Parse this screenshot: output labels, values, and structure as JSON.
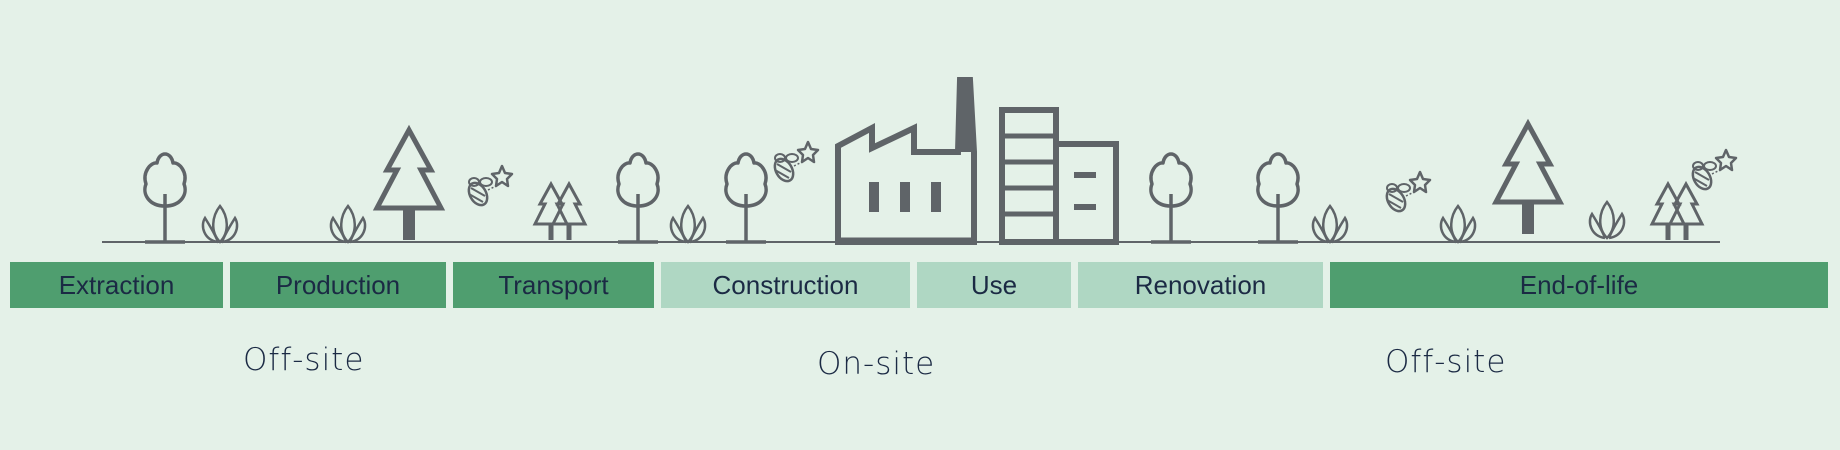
{
  "colors": {
    "background": "#e4f1e8",
    "offsite_stage": "#4f9e6f",
    "onsite_stage": "#afd7c3",
    "icon_stroke": "#5f6468",
    "text": "#1b2a44"
  },
  "stages": [
    {
      "label": "Extraction",
      "zone": "offsite"
    },
    {
      "label": "Production",
      "zone": "offsite"
    },
    {
      "label": "Transport",
      "zone": "offsite"
    },
    {
      "label": "Construction",
      "zone": "onsite"
    },
    {
      "label": "Use",
      "zone": "onsite"
    },
    {
      "label": "Renovation",
      "zone": "onsite"
    },
    {
      "label": "End-of-life",
      "zone": "offsite"
    }
  ],
  "zones": {
    "left": "Off-site",
    "middle": "On-site",
    "right": "Off-site"
  },
  "icons": [
    "round-tree-icon",
    "leaf-plant-icon",
    "pine-tree-icon",
    "bee-flower-icon",
    "double-pine-icon",
    "factory-icon",
    "building-icon"
  ]
}
